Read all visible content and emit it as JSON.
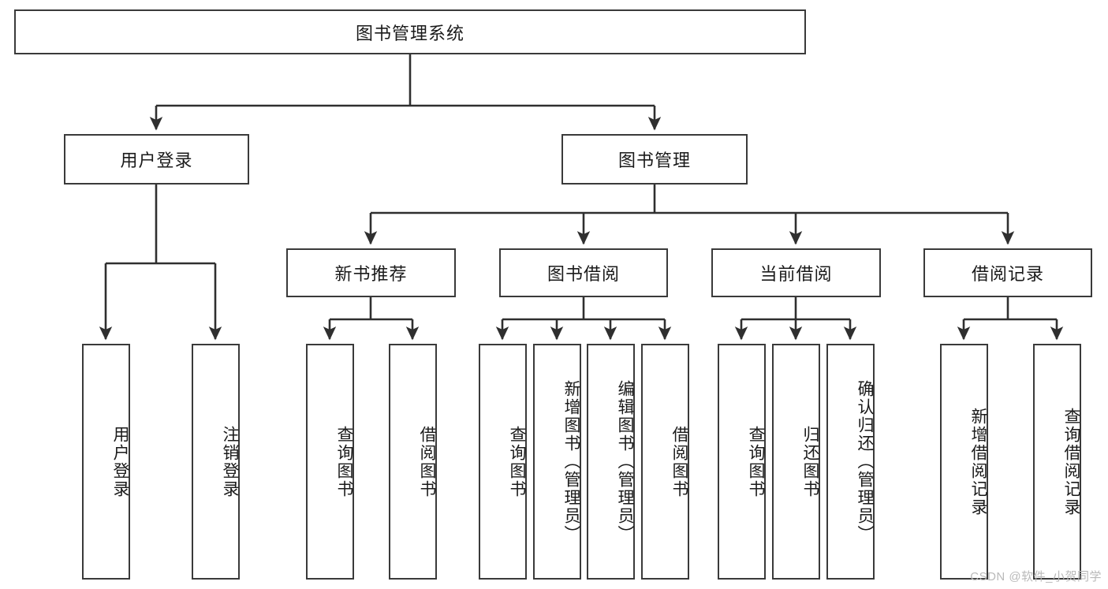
{
  "diagram": {
    "title": "图书管理系统",
    "type": "hierarchy-tree",
    "watermark": "CSDN @软件_小贺同学",
    "colors": {
      "box_border": "#3a3a3a",
      "box_fill": "#ffffff",
      "connector": "#2f2f2f",
      "text": "#1a1a1a",
      "watermark": "#b9b9b9"
    },
    "nodes": {
      "root": {
        "label": "图书管理系统",
        "level": 0,
        "orientation": "horizontal"
      },
      "l1": [
        {
          "id": "user_login",
          "label": "用户登录",
          "level": 1,
          "orientation": "horizontal"
        },
        {
          "id": "book_mgmt",
          "label": "图书管理",
          "level": 1,
          "orientation": "horizontal"
        }
      ],
      "l2": [
        {
          "id": "new_book_rec",
          "label": "新书推荐",
          "level": 2,
          "orientation": "horizontal",
          "parent": "book_mgmt"
        },
        {
          "id": "book_borrow",
          "label": "图书借阅",
          "level": 2,
          "orientation": "horizontal",
          "parent": "book_mgmt"
        },
        {
          "id": "current_borrow",
          "label": "当前借阅",
          "level": 2,
          "orientation": "horizontal",
          "parent": "book_mgmt"
        },
        {
          "id": "borrow_record",
          "label": "借阅记录",
          "level": 2,
          "orientation": "horizontal",
          "parent": "book_mgmt"
        }
      ],
      "leaves": [
        {
          "id": "leaf_1",
          "label": "用户登录",
          "parent": "user_login"
        },
        {
          "id": "leaf_2",
          "label": "注销登录",
          "parent": "user_login"
        },
        {
          "id": "leaf_3",
          "label": "查询图书",
          "parent": "new_book_rec"
        },
        {
          "id": "leaf_4",
          "label": "借阅图书",
          "parent": "new_book_rec"
        },
        {
          "id": "leaf_5",
          "label": "查询图书",
          "parent": "book_borrow"
        },
        {
          "id": "leaf_6",
          "label": "新增图书（管理员）",
          "parent": "book_borrow"
        },
        {
          "id": "leaf_7",
          "label": "编辑图书（管理员）",
          "parent": "book_borrow"
        },
        {
          "id": "leaf_8",
          "label": "借阅图书",
          "parent": "book_borrow"
        },
        {
          "id": "leaf_9",
          "label": "查询图书",
          "parent": "current_borrow"
        },
        {
          "id": "leaf_10",
          "label": "归还图书",
          "parent": "current_borrow"
        },
        {
          "id": "leaf_11",
          "label": "确认归还（管理员）",
          "parent": "current_borrow"
        },
        {
          "id": "leaf_12",
          "label": "新增借阅记录",
          "parent": "borrow_record"
        },
        {
          "id": "leaf_13",
          "label": "查询借阅记录",
          "parent": "borrow_record"
        }
      ]
    }
  }
}
